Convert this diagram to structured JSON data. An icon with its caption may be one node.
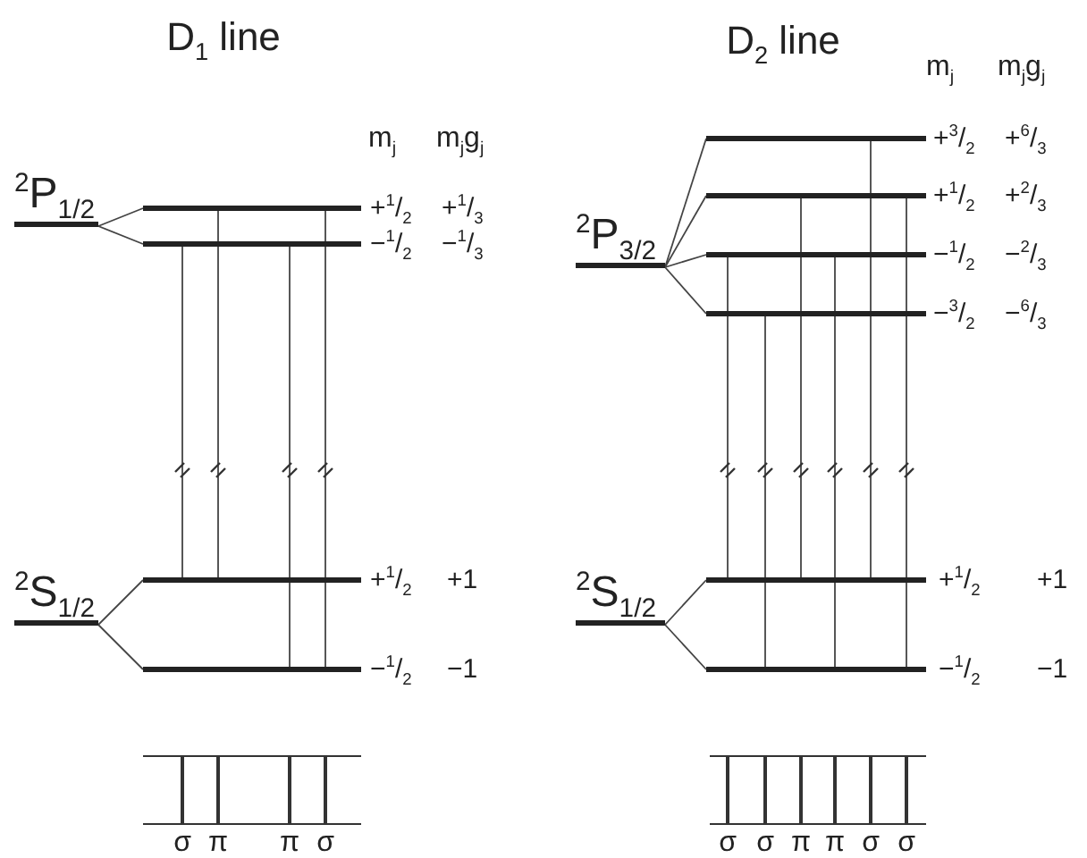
{
  "diagram": {
    "nodes": [
      {
        "text": [
          "$^{2}$P$_{1/2}$"
        ]
      },
      {
        "text": [],
        "shape": "bar",
        "beside": [
          "+$^{1}$/$_{2}$",
          "+$^{1}$/$_{3}$"
        ]
      },
      {
        "text": [],
        "shape": "bar",
        "beside": [
          "−$^{1}$/$_{2}$",
          "−$^{1}$/$_{3}$"
        ]
      },
      {
        "text": [
          "$^{2}$S$_{1/2}$"
        ]
      },
      {
        "text": [],
        "shape": "bar",
        "beside": [
          "+$^{1}$/$_{2}$",
          "+1"
        ]
      },
      {
        "text": [],
        "shape": "bar",
        "beside": [
          "−$^{1}$/$_{2}$",
          "−1"
        ]
      },
      {
        "text": [
          "$^{2}$P$_{3/2}$"
        ]
      },
      {
        "text": [],
        "shape": "bar",
        "beside": [
          "+$^{3}$/$_{2}$",
          "+$^{6}$/$_{3}$"
        ]
      },
      {
        "text": [],
        "shape": "bar",
        "beside": [
          "+$^{1}$/$_{2}$",
          "+$^{2}$/$_{3}$"
        ]
      },
      {
        "text": [],
        "shape": "bar",
        "beside": [
          "−$^{1}$/$_{2}$",
          "−$^{2}$/$_{3}$"
        ]
      },
      {
        "text": [],
        "shape": "bar",
        "beside": [
          "−$^{3}$/$_{2}$",
          "−$^{6}$/$_{3}$"
        ]
      },
      {
        "text": [
          "$^{2}$S$_{1/2}$"
        ]
      },
      {
        "text": [],
        "shape": "bar",
        "beside": [
          "+$^{1}$/$_{2}$",
          "+1"
        ]
      },
      {
        "text": [],
        "shape": "bar",
        "beside": [
          "−$^{1}$/$_{2}$",
          "−1"
        ]
      }
    ],
    "edges": [
      {
        "from": 0,
        "to": 1,
        "arrow": "none"
      },
      {
        "from": 0,
        "to": 2,
        "arrow": "none"
      },
      {
        "from": 3,
        "to": 4,
        "arrow": "none"
      },
      {
        "from": 3,
        "to": 5,
        "arrow": "none"
      },
      {
        "from": 2,
        "to": 4,
        "arrow": "none"
      },
      {
        "from": 1,
        "to": 4,
        "arrow": "none"
      },
      {
        "from": 2,
        "to": 5,
        "arrow": "none"
      },
      {
        "from": 1,
        "to": 5,
        "arrow": "none"
      },
      {
        "from": 6,
        "to": 7,
        "arrow": "none"
      },
      {
        "from": 6,
        "to": 8,
        "arrow": "none"
      },
      {
        "from": 6,
        "to": 9,
        "arrow": "none"
      },
      {
        "from": 6,
        "to": 10,
        "arrow": "none"
      },
      {
        "from": 11,
        "to": 12,
        "arrow": "none"
      },
      {
        "from": 11,
        "to": 13,
        "arrow": "none"
      },
      {
        "from": 9,
        "to": 12,
        "arrow": "none"
      },
      {
        "from": 10,
        "to": 13,
        "arrow": "none"
      },
      {
        "from": 8,
        "to": 12,
        "arrow": "none"
      },
      {
        "from": 9,
        "to": 13,
        "arrow": "none"
      },
      {
        "from": 7,
        "to": 12,
        "arrow": "none"
      },
      {
        "from": 8,
        "to": 13,
        "arrow": "none"
      }
    ],
    "labels": [
      "D$_{1}$ line",
      "m$_{j}$",
      "m$_{j}$g$_{j}$",
      "D$_{2}$ line",
      "m$_{j}$",
      "m$_{j}$g$_{j}$",
      "σ",
      "π",
      "π",
      "σ",
      "σ",
      "σ",
      "π",
      "π",
      "σ",
      "σ"
    ]
  }
}
